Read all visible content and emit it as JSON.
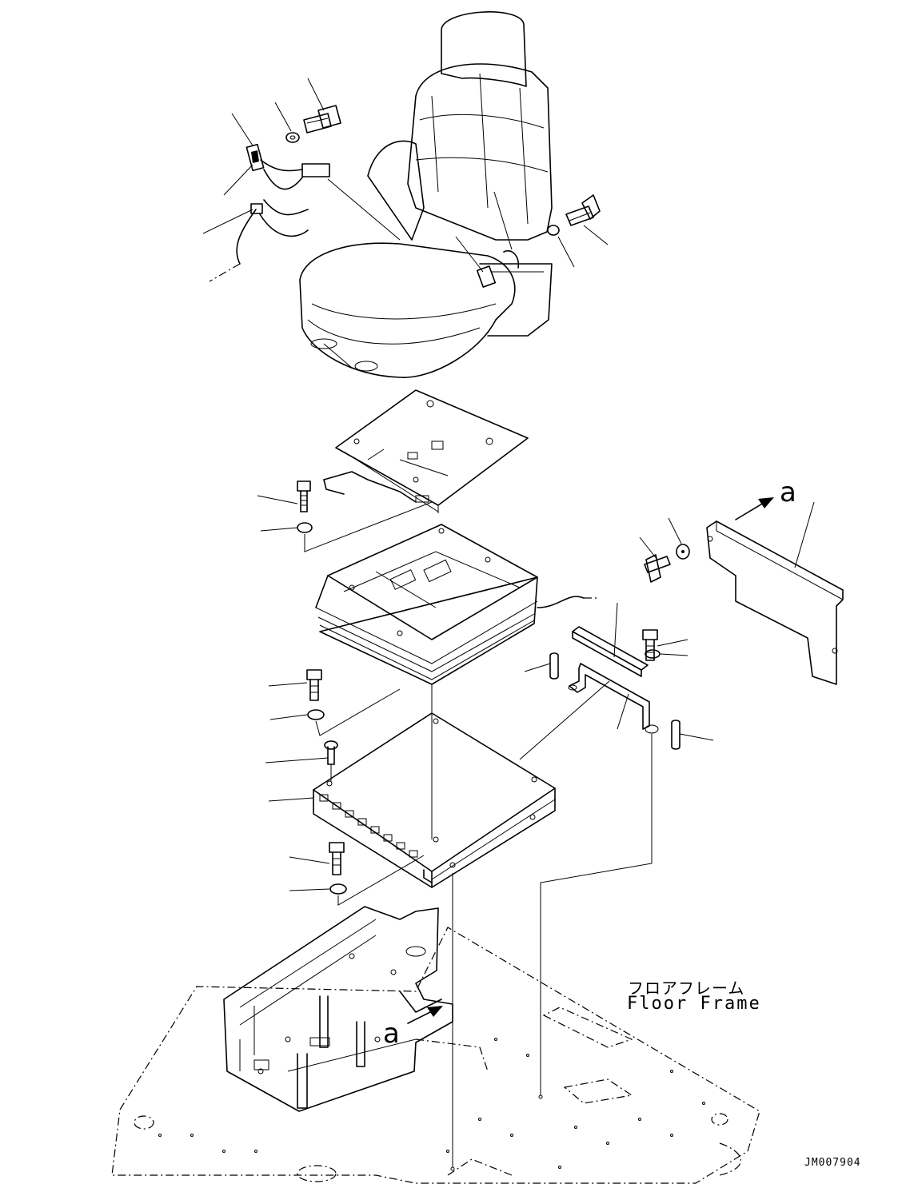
{
  "labels": {
    "ref_a_top": "a",
    "ref_a_bottom": "a",
    "floor_frame_jp": "フロアフレーム",
    "floor_frame_en": "Floor Frame",
    "drawing_number": "JM007904"
  }
}
